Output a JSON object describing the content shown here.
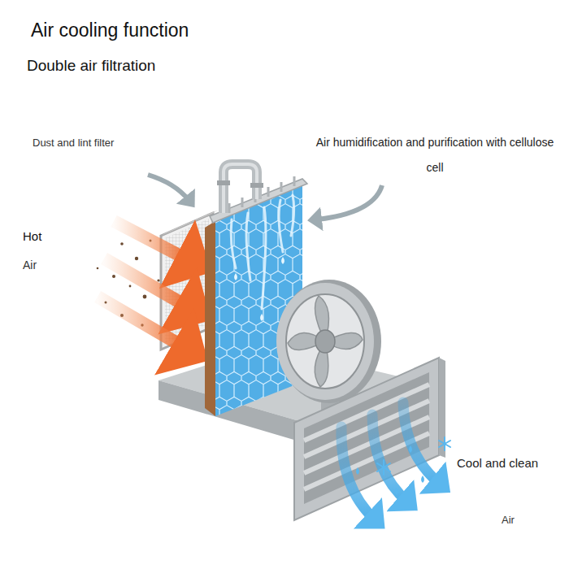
{
  "diagram": {
    "title": "Air cooling function",
    "labels": [
      "Double air filtration",
      "Dust and lint filter",
      "Air humidification and purification with cellulose cell",
      "Hot",
      "Air",
      "Cool and clean",
      "Air"
    ]
  }
}
